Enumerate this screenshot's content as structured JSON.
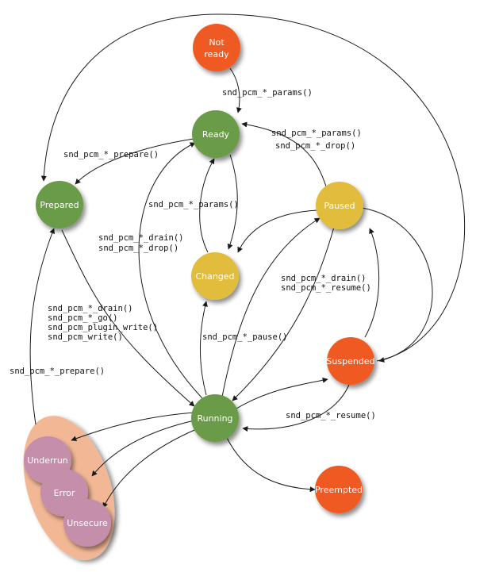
{
  "colors": {
    "green": "#6a9b49",
    "yellow": "#e2bd3c",
    "orange": "#ef5a24",
    "mauve": "#c58eaa",
    "group": "#f2b896"
  },
  "nodes": {
    "not_ready": [
      "Not",
      "ready"
    ],
    "ready": "Ready",
    "prepared": "Prepared",
    "paused": "Paused",
    "changed": "Changed",
    "suspended": "Suspended",
    "running": "Running",
    "preempted": "Preempted",
    "underrun": "Underrun",
    "error": "Error",
    "unsecure": "Unsecure"
  },
  "labels": {
    "params_top": "snd_pcm_*_params()",
    "params_right": "snd_pcm_*_params()",
    "drop_right": "snd_pcm_*_drop()",
    "prepare_top": "snd_pcm_*_prepare()",
    "params_mid": "snd_pcm_*_params()",
    "drain_left": "snd_pcm_*_drain()",
    "drop_left": "snd_pcm_*_drop()",
    "drain_right": "snd_pcm_*_drain()",
    "resume_mid": "snd_pcm_*_resume()",
    "start_1": "snd_pcm_*_drain()",
    "start_2": "snd_pcm_*_go()",
    "start_3": "snd_pcm_plugin_write()",
    "start_4": "snd_pcm_write()",
    "pause": "snd_pcm_*_pause()",
    "prepare_left": "snd_pcm_*_prepare()",
    "resume_bottom": "snd_pcm_*_resume()"
  }
}
